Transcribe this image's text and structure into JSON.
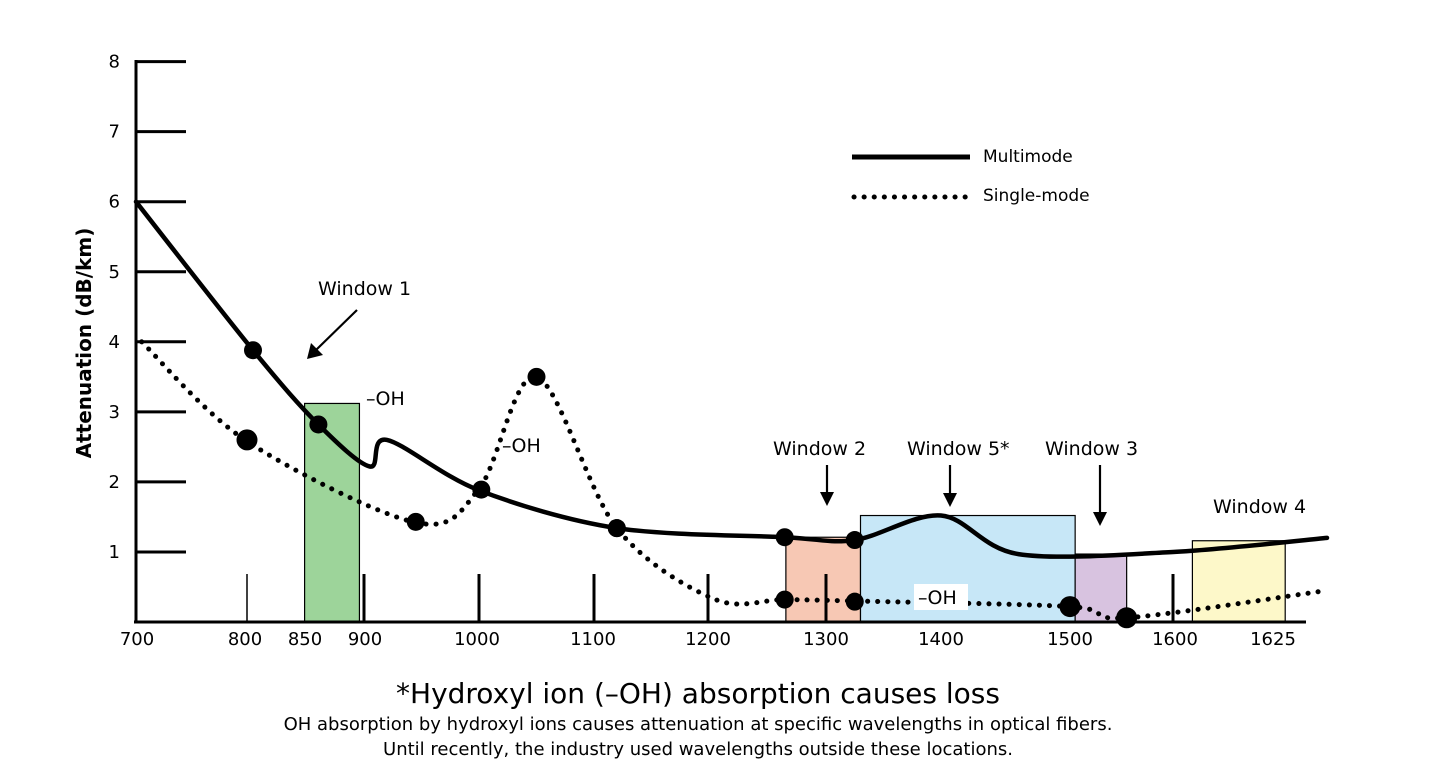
{
  "chart_data": {
    "type": "line",
    "ylabel": "Attenuation (dB/km)",
    "xlabel": "",
    "x_ticks": [
      "700",
      "800",
      "850",
      "900",
      "1000",
      "1100",
      "1200",
      "1300",
      "1400",
      "1500",
      "1600",
      "1625"
    ],
    "y_ticks": [
      "1",
      "2",
      "3",
      "4",
      "5",
      "6",
      "7",
      "8"
    ],
    "ylim": [
      0,
      8
    ],
    "series": [
      {
        "name": "Multimode",
        "style": "solid",
        "points": [
          [
            700,
            6.0
          ],
          [
            805,
            3.88
          ],
          [
            860,
            2.82
          ],
          [
            905,
            2.22
          ],
          [
            920,
            2.6
          ],
          [
            1000,
            1.88
          ],
          [
            1120,
            1.34
          ],
          [
            1265,
            1.21
          ],
          [
            1325,
            1.17
          ],
          [
            1400,
            1.52
          ],
          [
            1460,
            0.97
          ],
          [
            1600,
            1.0
          ],
          [
            1700,
            1.2
          ]
        ],
        "markers": [
          [
            805,
            3.88
          ],
          [
            860,
            2.82
          ],
          [
            1120,
            1.34
          ],
          [
            1265,
            1.21
          ],
          [
            1325,
            1.17
          ]
        ]
      },
      {
        "name": "Single-mode",
        "style": "dotted",
        "points": [
          [
            705,
            4.0
          ],
          [
            800,
            2.58
          ],
          [
            945,
            1.42
          ],
          [
            1000,
            1.9
          ],
          [
            1050,
            3.5
          ],
          [
            1120,
            1.34
          ],
          [
            1205,
            0.33
          ],
          [
            1265,
            0.32
          ],
          [
            1325,
            0.3
          ],
          [
            1500,
            0.22
          ],
          [
            1555,
            0.06
          ],
          [
            1700,
            0.45
          ]
        ],
        "markers": [
          [
            800,
            2.6
          ],
          [
            945,
            1.43
          ],
          [
            1002,
            1.89
          ],
          [
            1050,
            3.5
          ],
          [
            1120,
            1.34
          ],
          [
            1265,
            0.32
          ],
          [
            1325,
            0.29
          ],
          [
            1500,
            0.22
          ],
          [
            1555,
            0.06
          ]
        ]
      }
    ],
    "windows": [
      {
        "label": "Window 1",
        "color": "#9dd49a",
        "from": 848,
        "to": 896,
        "top": 3.12
      },
      {
        "label": "Window 2",
        "color": "#f7c8b4",
        "from": 1266,
        "to": 1330,
        "top": 1.21
      },
      {
        "label": "Window 5*",
        "color": "#c7e7f7",
        "from": 1330,
        "to": 1505,
        "top": 1.52
      },
      {
        "label": "Window 3",
        "color": "#d8c3e0",
        "from": 1505,
        "to": 1555,
        "top": 0.97
      },
      {
        "label": "Window 4",
        "color": "#fdf8c9",
        "from": 1605,
        "to": 1645,
        "top": 1.16
      }
    ],
    "annotations": [
      {
        "text": "Window 1"
      },
      {
        "text": "Window 2"
      },
      {
        "text": "Window 5*"
      },
      {
        "text": "Window 3"
      },
      {
        "text": "Window 4"
      },
      {
        "text": "–OH"
      },
      {
        "text": "–OH"
      },
      {
        "text": "–OH"
      }
    ],
    "legend": {
      "position": "top-right",
      "entries": [
        "Multimode",
        "Single-mode"
      ]
    },
    "grid": false
  },
  "caption": {
    "title": "*Hydroxyl ion (–OH) absorption causes loss",
    "line1": "OH absorption by hydroxyl ions causes attenuation at specific wavelengths in optical fibers.",
    "line2": "Until recently, the industry used wavelengths outside these locations."
  }
}
